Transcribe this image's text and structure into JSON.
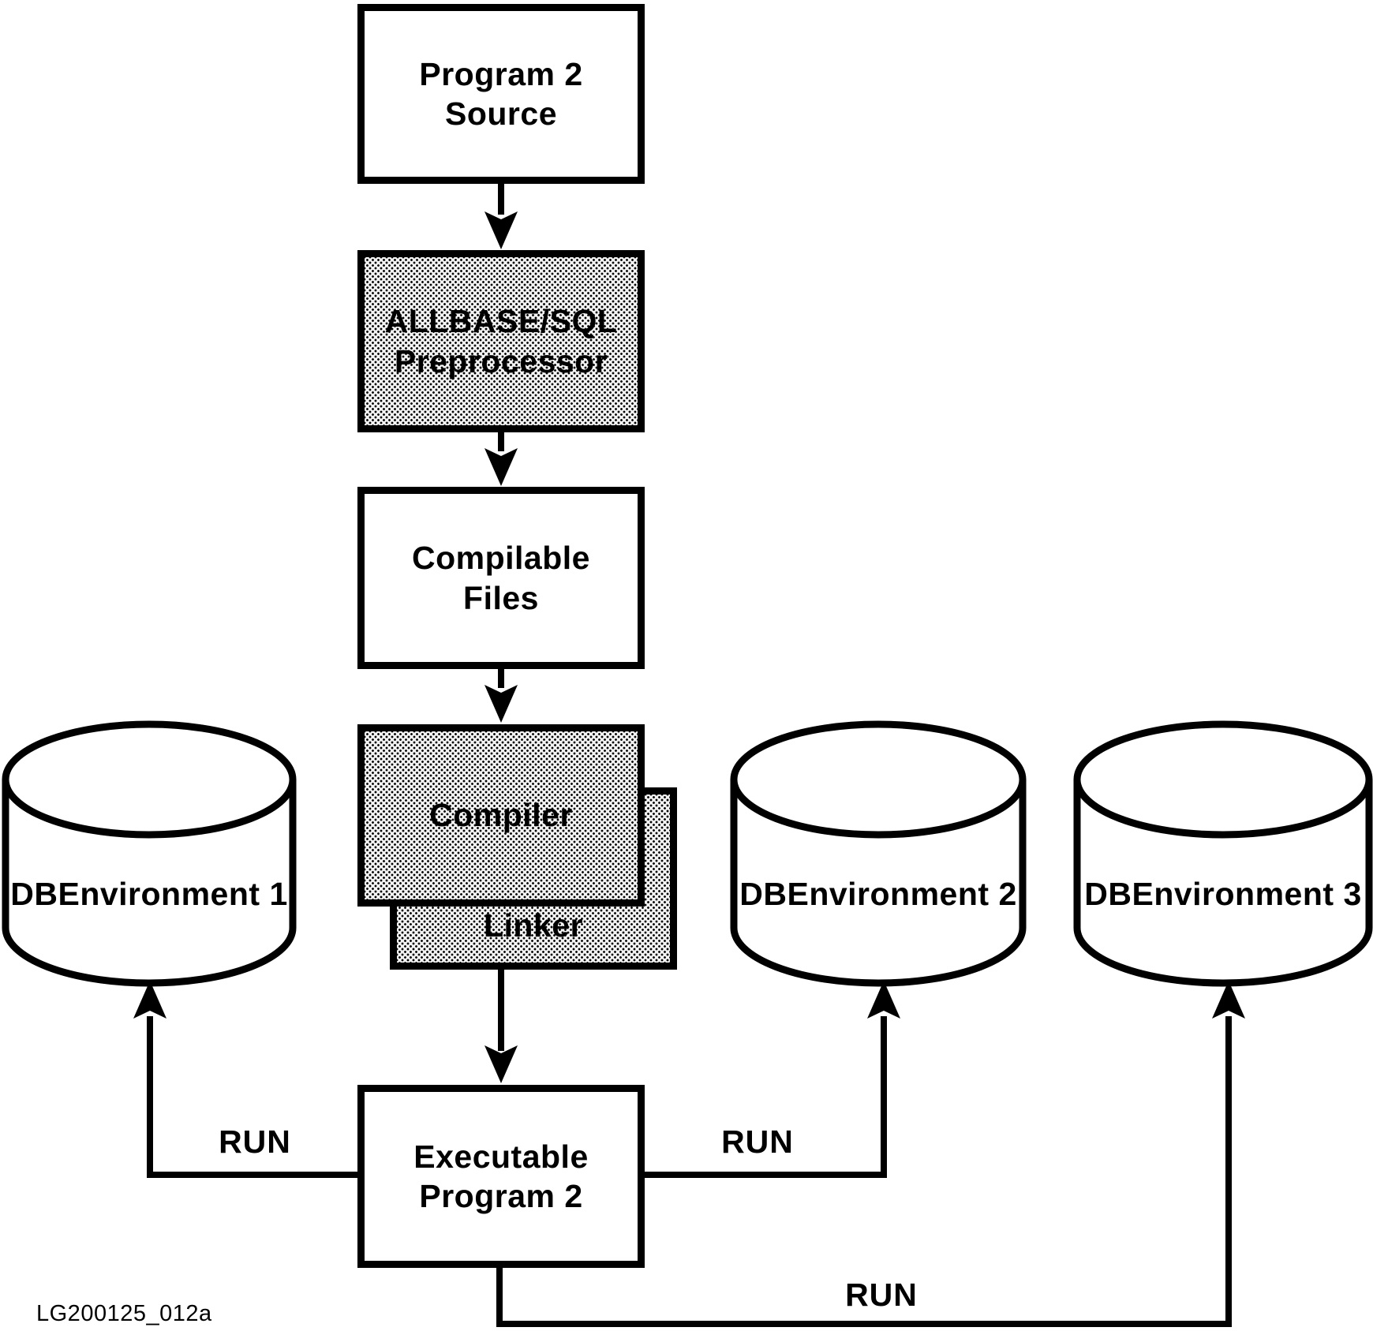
{
  "diagram": {
    "title_note": "ALLBASE/SQL program preprocessing, compiling and linking flow",
    "nodes": {
      "program2_source": {
        "lines": [
          "Program 2",
          "Source"
        ]
      },
      "preprocessor": {
        "lines": [
          "ALLBASE/SQL",
          "Preprocessor"
        ]
      },
      "compilable_files": {
        "lines": [
          "Compilable",
          "Files"
        ]
      },
      "compiler": {
        "label": "Compiler"
      },
      "linker": {
        "label": "Linker"
      },
      "executable": {
        "lines": [
          "Executable",
          "Program 2"
        ]
      },
      "dbenv1": {
        "label": "DBEnvironment 1"
      },
      "dbenv2": {
        "label": "DBEnvironment 2"
      },
      "dbenv3": {
        "label": "DBEnvironment 3"
      }
    },
    "edges": {
      "run1": "RUN",
      "run2": "RUN",
      "run3": "RUN"
    },
    "caption": "LG200125_012a",
    "colors": {
      "ink": "#000000",
      "paper": "#ffffff",
      "stipple_base": "#f3f3f3"
    }
  }
}
